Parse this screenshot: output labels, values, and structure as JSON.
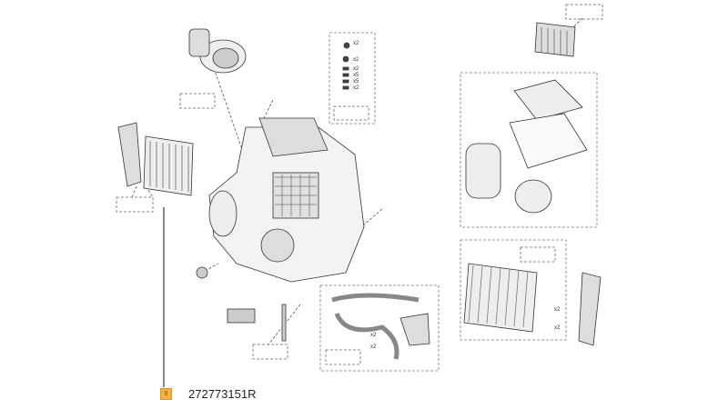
{
  "callout": {
    "badge": "8",
    "part_number": "272773151R"
  },
  "fastener_quantities": [
    "x2",
    "x2",
    "x2",
    "x5",
    "x5",
    "x2"
  ],
  "evaporator_quantities": [
    "x2",
    "x2"
  ],
  "hose_quantities": [
    "x2",
    "x2"
  ],
  "colors": {
    "badge": "#f2b43c",
    "line": "#333333"
  }
}
